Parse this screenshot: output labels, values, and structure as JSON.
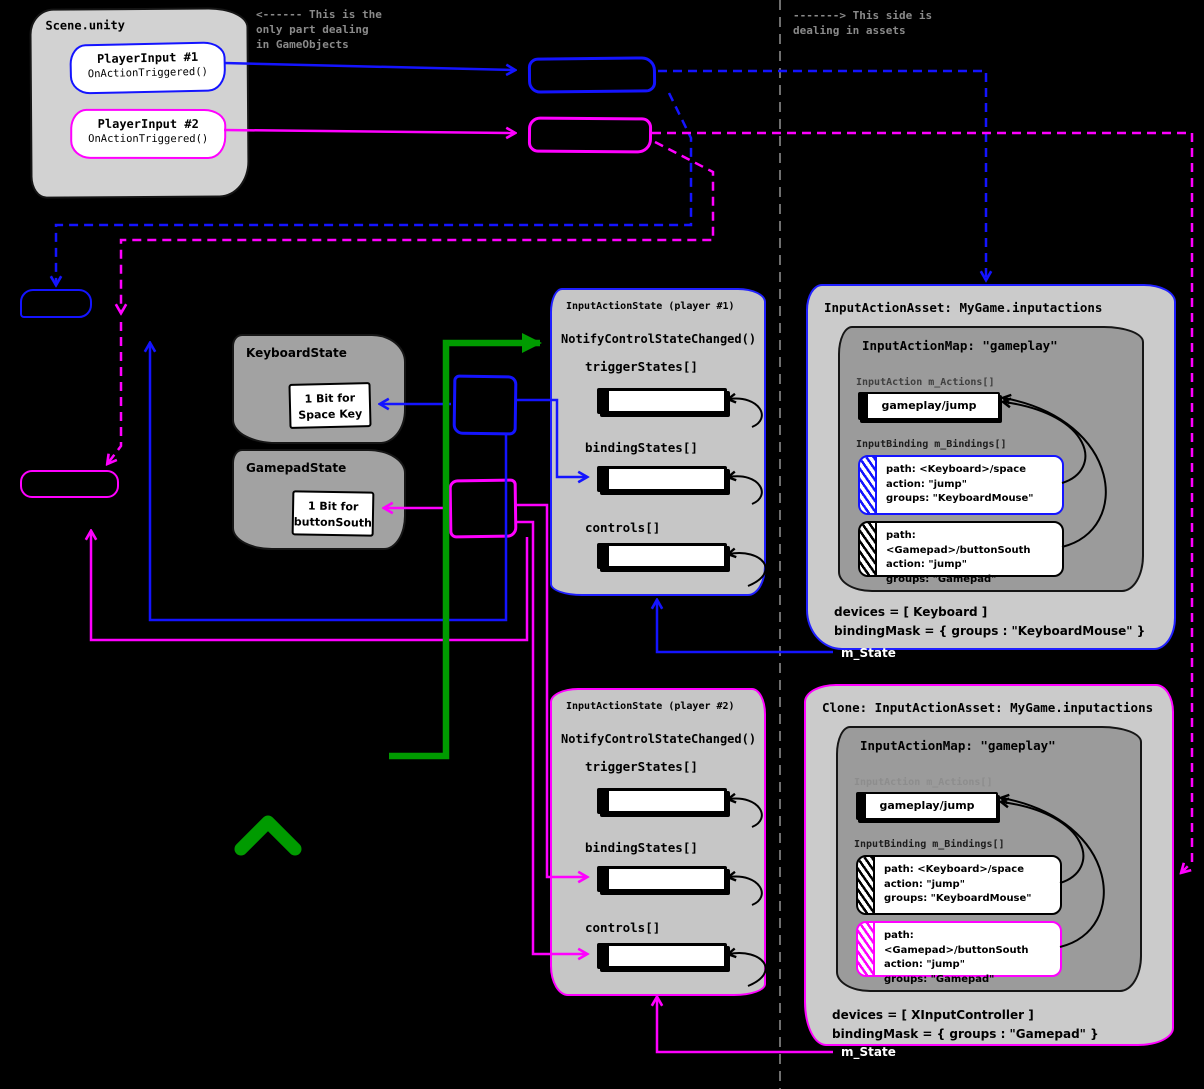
{
  "notes": {
    "left": "<------ This is the\nonly part dealing\nin GameObjects",
    "right": "-------> This side is\ndealing in assets"
  },
  "scene": {
    "title": "Scene.unity",
    "players": [
      {
        "name": "PlayerInput #1",
        "callback": "OnActionTriggered()"
      },
      {
        "name": "PlayerInput #2",
        "callback": "OnActionTriggered()"
      }
    ]
  },
  "device_states": [
    {
      "title": "KeyboardState",
      "bit": "1 Bit for\nSpace Key"
    },
    {
      "title": "GamepadState",
      "bit": "1 Bit for\nbuttonSouth"
    }
  ],
  "action_states": [
    {
      "title": "InputActionState (player #1)",
      "notify": "NotifyControlStateChanged()",
      "arrays": [
        "triggerStates[]",
        "bindingStates[]",
        "controls[]"
      ]
    },
    {
      "title": "InputActionState (player #2)",
      "notify": "NotifyControlStateChanged()",
      "arrays": [
        "triggerStates[]",
        "bindingStates[]",
        "controls[]"
      ]
    }
  ],
  "assets": [
    {
      "title": "InputActionAsset: MyGame.inputactions",
      "map_title": "InputActionMap: \"gameplay\"",
      "actions_label": "InputAction m_Actions[]",
      "action": "gameplay/jump",
      "bindings_label": "InputBinding m_Bindings[]",
      "bindings": [
        "path: <Keyboard>/space\naction: \"jump\"\ngroups: \"KeyboardMouse\"",
        "path: <Gamepad>/buttonSouth\naction: \"jump\"\ngroups: \"Gamepad\""
      ],
      "devices": "devices = [ Keyboard ]",
      "binding_mask": "bindingMask = { groups : \"KeyboardMouse\" }",
      "m_state": "m_State"
    },
    {
      "title": "Clone: InputActionAsset: MyGame.inputactions",
      "map_title": "InputActionMap: \"gameplay\"",
      "actions_label": "InputAction m_Actions[]",
      "action": "gameplay/jump",
      "bindings_label": "InputBinding m_Bindings[]",
      "bindings": [
        "path: <Keyboard>/space\naction: \"jump\"\ngroups: \"KeyboardMouse\"",
        "path: <Gamepad>/buttonSouth\naction: \"jump\"\ngroups: \"Gamepad\""
      ],
      "devices": "devices = [ XInputController ]",
      "binding_mask": "bindingMask = { groups : \"Gamepad\" }",
      "m_state": "m_State"
    }
  ],
  "colors": {
    "player1_accent": "#1414ff",
    "player2_accent": "#ff00ff",
    "notify_arrow": "#009b00",
    "note_text": "#8a8a8a",
    "background": "#000000"
  }
}
